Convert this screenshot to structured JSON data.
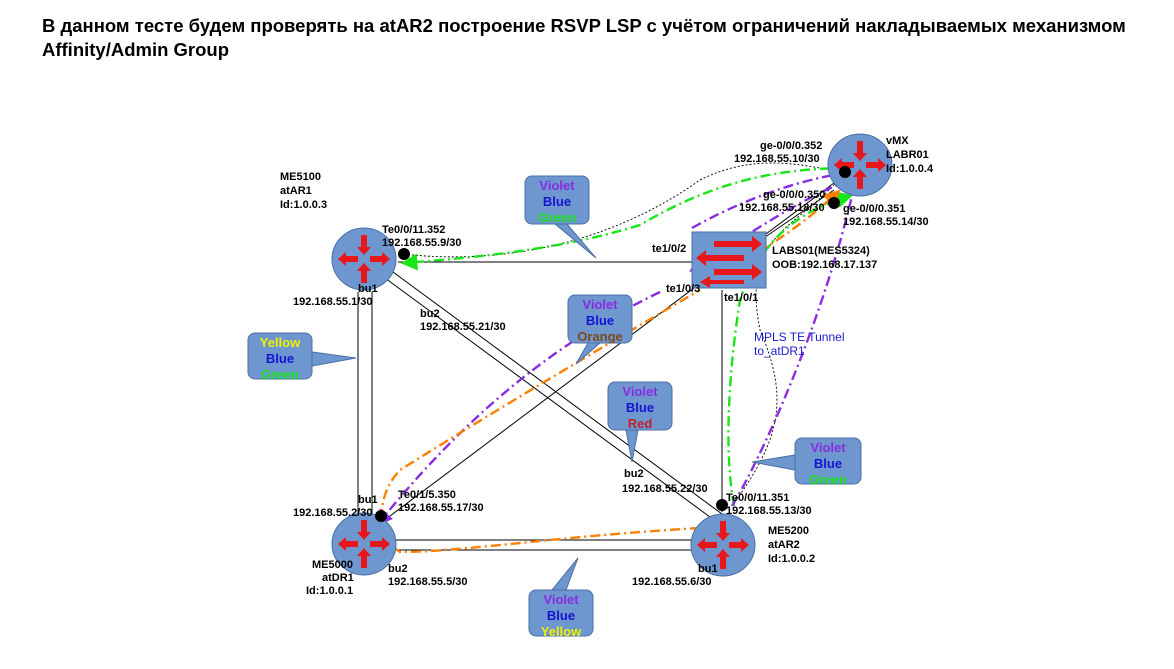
{
  "title": "В данном тесте будем проверять на atAR2 построение RSVP LSP с учётом ограничений накладываемых механизмом Affinity/Admin Group",
  "colors": {
    "router_fill": "#6f97cf",
    "router_stroke": "#4a6fa5",
    "switch_fill": "#6f97cf",
    "arrow": "#e8171c",
    "callout_fill": "#6f97cf",
    "violet": "#8a2be2",
    "blue": "#1414d0",
    "green": "#17e617",
    "orange": "#ff7f00",
    "yellow": "#f0f000",
    "red": "#c0242a",
    "orange_text": "#7a4a1a",
    "tunnel_label": "#1a1ad0"
  },
  "nodes": {
    "atAR1": {
      "name": "ME5100",
      "hostname": "atAR1",
      "id": "Id:1.0.0.3",
      "if_te": "Te0/0/11.352",
      "ip_te": "192.168.55.9/30",
      "bu1": "bu1",
      "ip_bu1": "192.168.55.1/30",
      "bu2": "bu2",
      "ip_bu2": "192.168.55.21/30"
    },
    "atDR1": {
      "name": "ME5000",
      "hostname": "atDR1",
      "id": "Id:1.0.0.1",
      "bu1": "bu1",
      "ip_bu1": "192.168.55.2/30",
      "if_te": "Te0/1/5.350",
      "ip_te": "192.168.55.17/30",
      "bu2": "bu2",
      "ip_bu2": "192.168.55.5/30"
    },
    "atAR2": {
      "name": "ME5200",
      "hostname": "atAR2",
      "id": "Id:1.0.0.2",
      "bu2": "bu2",
      "ip_bu2": "192.168.55.22/30",
      "if_te": "Te0/0/11.351",
      "ip_te": "192.168.55.13/30",
      "bu1": "bu1",
      "ip_bu1": "192.168.55.6/30"
    },
    "labr01": {
      "name": "vMX",
      "hostname": "LABR01",
      "id": "Id:1.0.0.4",
      "if1": "ge-0/0/0.352",
      "ip1": "192.168.55.10/30",
      "if2": "ge-0/0/0.350",
      "ip2": "192.168.55.18/30",
      "if3": "ge-0/0/0.351",
      "ip3": "192.168.55.14/30"
    },
    "labs01": {
      "name": "LABS01(MES5324)",
      "oob": "OOB:192.168.17.137",
      "port2": "te1/0/2",
      "port3": "te1/0/3",
      "port1": "te1/0/1"
    }
  },
  "tunnel_label": [
    "MPLS TE Tunnel",
    "to_atDR1"
  ],
  "callouts": [
    {
      "id": "top",
      "lines": [
        "Violet",
        "Blue",
        "Green"
      ],
      "colors": [
        "violet",
        "blue",
        "green"
      ]
    },
    {
      "id": "left",
      "lines": [
        "Yellow",
        "Blue",
        "Green"
      ],
      "colors": [
        "yellow",
        "blue",
        "green"
      ]
    },
    {
      "id": "mid-orange",
      "lines": [
        "Violet",
        "Blue",
        "Orange"
      ],
      "colors": [
        "violet",
        "blue",
        "orange_text"
      ]
    },
    {
      "id": "mid-red",
      "lines": [
        "Violet",
        "Blue",
        "Red"
      ],
      "colors": [
        "violet",
        "blue",
        "red"
      ]
    },
    {
      "id": "right",
      "lines": [
        "Violet",
        "Blue",
        "Green"
      ],
      "colors": [
        "violet",
        "blue",
        "green"
      ]
    },
    {
      "id": "bottom",
      "lines": [
        "Violet",
        "Blue",
        "Yellow"
      ],
      "colors": [
        "violet",
        "blue",
        "yellow"
      ]
    }
  ]
}
